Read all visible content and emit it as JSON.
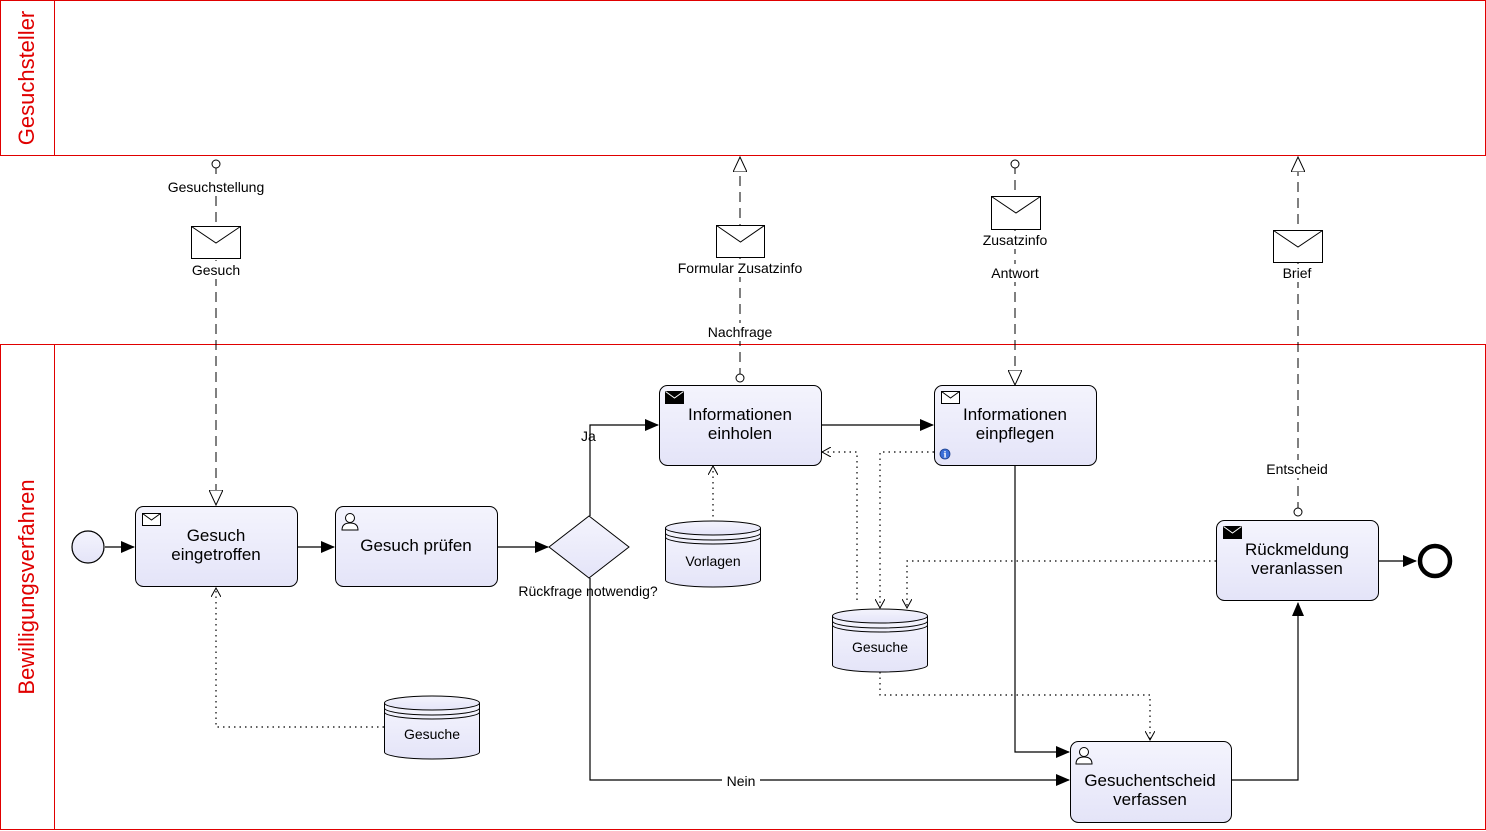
{
  "pools": {
    "top": "Gesuchsteller",
    "bottom": "Bewilligungsverfahren"
  },
  "tasks": {
    "gesuch_eingetroffen": [
      "Gesuch",
      "eingetroffen"
    ],
    "gesuch_pruefen": [
      "Gesuch prüfen"
    ],
    "informationen_einholen": [
      "Informationen",
      "einholen"
    ],
    "informationen_einpflegen": [
      "Informationen",
      "einpflegen"
    ],
    "rueckmeldung_veranlassen": [
      "Rückmeldung",
      "veranlassen"
    ],
    "gesuchentscheid_verfassen": [
      "Gesuchentscheid",
      "verfassen"
    ]
  },
  "gateway": {
    "question": "Rückfrage notwendig?",
    "yes": "Ja",
    "no": "Nein"
  },
  "data_stores": {
    "vorlagen": "Vorlagen",
    "gesuche_left": "Gesuche",
    "gesuche_center": "Gesuche"
  },
  "message_flows": {
    "gesuchstellung": "Gesuchstellung",
    "gesuch": "Gesuch",
    "formular_zusatzinfo": "Formular Zusatzinfo",
    "nachfrage": "Nachfrage",
    "zusatzinfo": "Zusatzinfo",
    "antwort": "Antwort",
    "brief": "Brief",
    "entscheid": "Entscheid"
  },
  "colors": {
    "pool_border": "#e00000",
    "task_fill": "#ececfb",
    "gateway_fill": "#ececfb"
  }
}
